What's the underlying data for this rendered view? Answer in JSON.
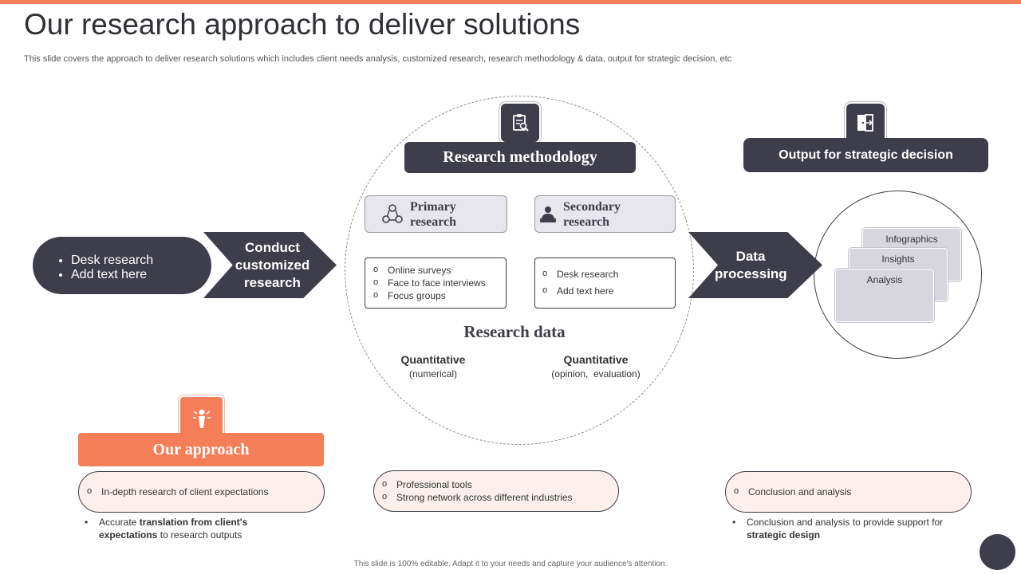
{
  "header": {
    "title": "Our research approach to deliver solutions",
    "subtitle": "This slide covers the approach to deliver research solutions which includes client needs analysis, customized research, research methodology & data, output for strategic decision, etc"
  },
  "left": {
    "items": [
      "Desk research",
      "Add text here"
    ],
    "chevron_label": "Conduct customized research"
  },
  "methodology": {
    "title": "Research methodology",
    "primary_label": "Primary research",
    "secondary_label": "Secondary research",
    "primary_items": [
      "Online surveys",
      "Face to face interviews",
      "Focus groups"
    ],
    "secondary_items": [
      "Desk research",
      "Add text here"
    ],
    "data_title": "Research data",
    "quant_left_title": "Quantitative",
    "quant_left_sub": "(numerical)",
    "quant_right_title": "Quantitative",
    "quant_right_sub": "(opinion,  evaluation)"
  },
  "processing": {
    "chevron_label": "Data processing"
  },
  "output": {
    "title": "Output for strategic decision",
    "cards": [
      "Infographics",
      "Insights",
      "Analysis"
    ]
  },
  "approach": {
    "title": "Our approach",
    "pill1": [
      "In-depth research of client expectations"
    ],
    "pill2": [
      "Professional tools",
      "Strong network across different industries"
    ],
    "pill3": [
      "Conclusion and analysis"
    ],
    "bullet1": {
      "pre": "Accurate ",
      "bold": "translation from client's expectations",
      "post": " to research outputs"
    },
    "bullet2": {
      "pre": "Conclusion and analysis to provide  support for ",
      "bold": "strategic design",
      "post": ""
    }
  },
  "footer": "This slide is 100% editable. Adapt it to your needs and capture your audience's attention.",
  "colors": {
    "dark": "#3e3d4a",
    "accent": "#f47e57",
    "card": "#d7d6de",
    "pill": "#fdf0ec"
  }
}
